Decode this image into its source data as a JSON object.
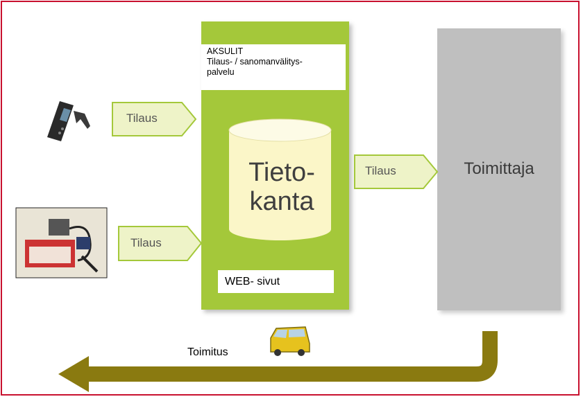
{
  "top_box": {
    "line1": "AKSULIT",
    "line2": "Tilaus- / sanomanvälitys-",
    "line3": "palvelu"
  },
  "database": {
    "line1": "Tieto-",
    "line2": "kanta"
  },
  "web_label": "WEB- sivut",
  "order_arrow_label": "Tilaus",
  "supplier_label": "Toimittaja",
  "delivery_label": "Toimitus",
  "icons": [
    "mobile-phone-icon",
    "handheld-terminal-icon",
    "delivery-van-icon",
    "database-cylinder-icon"
  ],
  "colors": {
    "frame": "#c8102e",
    "service_panel": "#a4c83a",
    "supplier_panel": "#bfbfbf",
    "order_arrow": "#eef3c8",
    "delivery_arrow": "#8a7a10"
  }
}
